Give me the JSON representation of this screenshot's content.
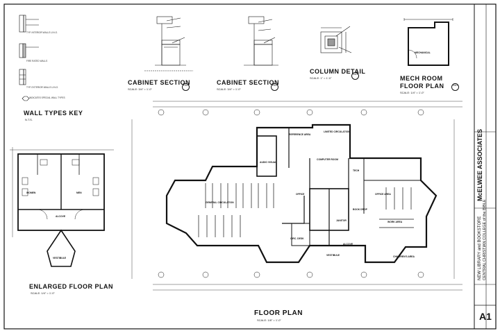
{
  "drawing": {
    "main_plan": {
      "title": "FLOOR PLAN",
      "scale": "SCALE: 1/8\" = 1'-0\""
    },
    "enlarged_plan": {
      "title": "ENLARGED FLOOR PLAN",
      "scale": "SCALE: 1/4\" = 1'-0\""
    },
    "wall_key": {
      "title": "WALL TYPES KEY",
      "scale": "N.T.S.",
      "types": [
        {
          "label": "TYP. INTERIOR WALLS U.N.O."
        },
        {
          "label": "FIRE RATED WALLS"
        },
        {
          "label": "TYP. EXTERIOR WALLS U.N.O."
        },
        {
          "label": "INDICATES SPECIAL WALL TYPES"
        }
      ]
    },
    "cabinet_section_1": {
      "title": "CABINET SECTION",
      "scale": "SCALE: 3/4\" = 1'-0\"",
      "marker": "1/A1"
    },
    "cabinet_section_2": {
      "title": "CABINET SECTION",
      "scale": "SCALE: 3/4\" = 1'-0\"",
      "marker": "2/A1"
    },
    "column_detail": {
      "title": "COLUMN DETAIL",
      "scale": "SCALE: 1\" = 1'-0\"",
      "marker": "3/A1"
    },
    "mech_room": {
      "title_line1": "MECH ROOM",
      "title_line2": "FLOOR PLAN",
      "scale": "SCALE: 1/4\" = 1'-0\"",
      "marker": "4/A1",
      "room": "MECHANICAL"
    },
    "rooms": [
      {
        "name": "REFERENCE AREA"
      },
      {
        "name": "LIMITED CIRCULATION"
      },
      {
        "name": "AUDIO VISUAL"
      },
      {
        "name": "COMPUTER ROOM"
      },
      {
        "name": "GENERAL CIRCULATION"
      },
      {
        "name": "OFFICE"
      },
      {
        "name": "OFFICE AREA"
      },
      {
        "name": "CIRC. DESK"
      },
      {
        "name": "VESTIBULE"
      },
      {
        "name": "ALCOVE"
      },
      {
        "name": "CHILDREN'S AREA"
      },
      {
        "name": "WORK AREA"
      },
      {
        "name": "BOOK DROP"
      },
      {
        "name": "WOMEN"
      },
      {
        "name": "MEN"
      },
      {
        "name": "JANITOR"
      },
      {
        "name": "TECH"
      }
    ]
  },
  "title_block": {
    "firm": "McELWEE ASSOCIATES",
    "project_line1": "NEW LIBRARY and BOOKSTORE",
    "project_line2": "CENTRAL CHRISTIAN COLLEGE of the BIBLE",
    "sheet_number": "A1"
  }
}
